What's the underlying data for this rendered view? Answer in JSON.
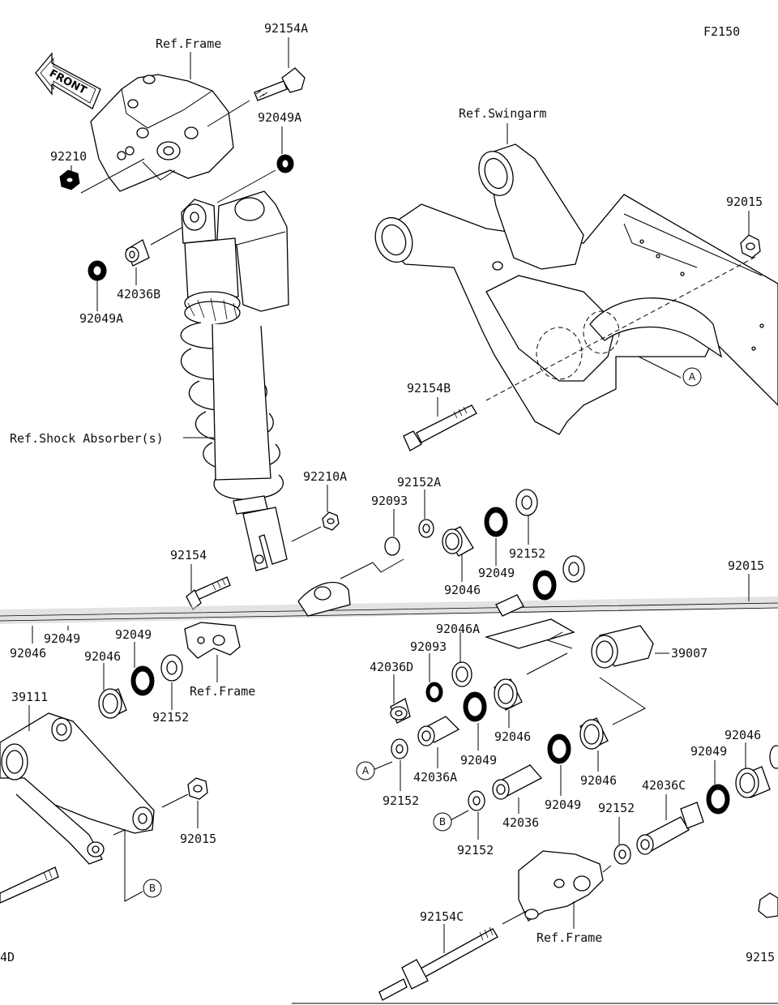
{
  "figure_code": "F2150",
  "front_label": "FRONT",
  "refs": {
    "frame_top": "Ref.Frame",
    "swingarm": "Ref.Swingarm",
    "shock": "Ref.Shock Absorber(s)",
    "frame_mid": "Ref.Frame",
    "frame_bottom": "Ref.Frame"
  },
  "callouts": {
    "a1": "A",
    "a2": "A",
    "b1": "B",
    "b2": "B"
  },
  "parts": {
    "p92154A": "92154A",
    "p92049A_top": "92049A",
    "p92210": "92210",
    "p42036B": "42036B",
    "p92049A_bot": "92049A",
    "p92015_top": "92015",
    "p92154B": "92154B",
    "p92210A": "92210A",
    "p92152A": "92152A",
    "p92093_top": "92093",
    "p92152_top": "92152",
    "p92049_top": "92049",
    "p92046_top": "92046",
    "p92154": "92154",
    "p92015_right": "92015",
    "p92046_left": "92046",
    "p92049_left": "92049",
    "p92049_mid": "92049",
    "p92046_mid": "92046",
    "p92152_mid": "92152",
    "p92046A": "92046A",
    "p92093_mid": "92093",
    "p42036D": "42036D",
    "p39007": "39007",
    "p39111": "39111",
    "p92046_c1": "92046",
    "p92049_c1": "92049",
    "p42036A": "42036A",
    "p92152_c1": "92152",
    "p92046_c2": "92046",
    "p92049_c2": "92049",
    "p42036": "42036",
    "p92152_c2": "92152",
    "p92046_r": "92046",
    "p92049_r": "92049",
    "p42036C": "42036C",
    "p92152_r": "92152",
    "p92015_bot": "92015",
    "p92154C": "92154C",
    "p4D": "4D",
    "p9215": "9215"
  }
}
